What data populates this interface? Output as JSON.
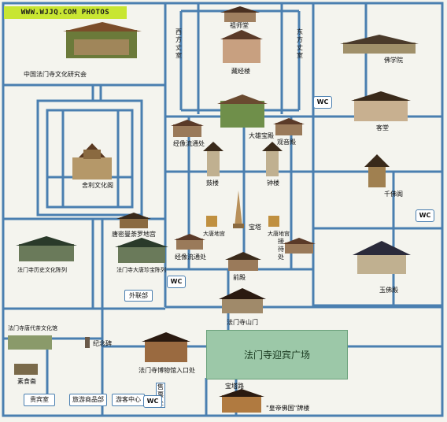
{
  "watermark": "WWW.WJJQ.COM PHOTOS",
  "plaza_label": "法门寺迎宾广场",
  "labels": {
    "research_institute": "中国法门寺文化研究会",
    "sheli_pavilion": "舍利文化阁",
    "zushi_hall": "祖师堂",
    "west_room": "西方丈室",
    "east_room": "东方丈室",
    "sutra_building": "藏经楼",
    "buddhist_college": "佛学院",
    "guest_hall": "客堂",
    "daxiong_hall": "大雄宝殿",
    "guanyin_hall": "观音殿",
    "jingxiang_office": "经像流通处",
    "drum_tower": "鼓楼",
    "bell_tower": "钟楼",
    "qianfo_pavilion": "千佛阁",
    "jade_buddha_hall": "玉佛殿",
    "treasure_pagoda": "宝塔",
    "datang_palace_left": "大唐地宫",
    "datang_palace_right": "大唐地宫",
    "reception": "接待处",
    "jingxiang_office_2": "经像流通处",
    "tangmi_palace": "唐密曼荼罗地宫",
    "history_series": "法门寺历史文化陈列",
    "datang_series": "法门寺大唐珍宝陈列",
    "front_hall": "前殿",
    "foreign_affairs": "外联部",
    "mountain_gate": "法门寺山门",
    "tang_tea": "法门寺唐代茶文化馆",
    "memorial_tablet": "纪念碑",
    "museum_entrance": "法门寺博物馆入口处",
    "vegetarian": "素食斋",
    "pagoda_road": "宝塔路",
    "archway": "\"皇帝佛国\"牌楼",
    "guest_room": "贵宾室",
    "gift_shop": "旅游商品部",
    "visitor_center": "游客中心",
    "ticket_office": "售票处"
  },
  "wc_labels": [
    "WC",
    "WC",
    "WC",
    "WC"
  ],
  "colors": {
    "road": "#4a7fb0",
    "plaza": "#9cc8a8",
    "logo_bg": "#c8e632",
    "background": "#f4f4ee"
  },
  "icons": [
    "pagoda-icon",
    "temple-hall-icon",
    "tower-icon",
    "archway-icon"
  ]
}
